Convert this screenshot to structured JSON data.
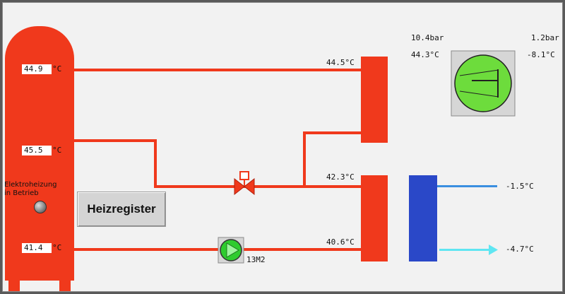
{
  "tank": {
    "top_temp": "44.9",
    "mid_temp": "45.5",
    "bottom_temp": "41.4",
    "unit": "°C",
    "heater_status_line1": "Elektroheizung",
    "heater_status_line2": "in Betrieb"
  },
  "heizregister_button": "Heizregister",
  "exchanger_top": {
    "inlet_temp": "44.5°C"
  },
  "exchanger_bottom": {
    "inlet_temp": "42.3°C",
    "return_temp": "40.6°C"
  },
  "pump": {
    "label": "13M2"
  },
  "heat_pump": {
    "pressure_left": "10.4bar",
    "temp_left": "44.3°C",
    "pressure_right": "1.2bar",
    "temp_right": "-8.1°C"
  },
  "brine": {
    "out_temp": "-1.5°C",
    "in_temp": "-4.7°C"
  },
  "colors": {
    "hot": "#f0391c",
    "cold_exchanger": "#2a48c8",
    "cold_line": "#3a8fe0",
    "cyan_line": "#5fe6f2",
    "pump_green": "#2ecc2e",
    "compressor_green": "#6ddc3c"
  }
}
